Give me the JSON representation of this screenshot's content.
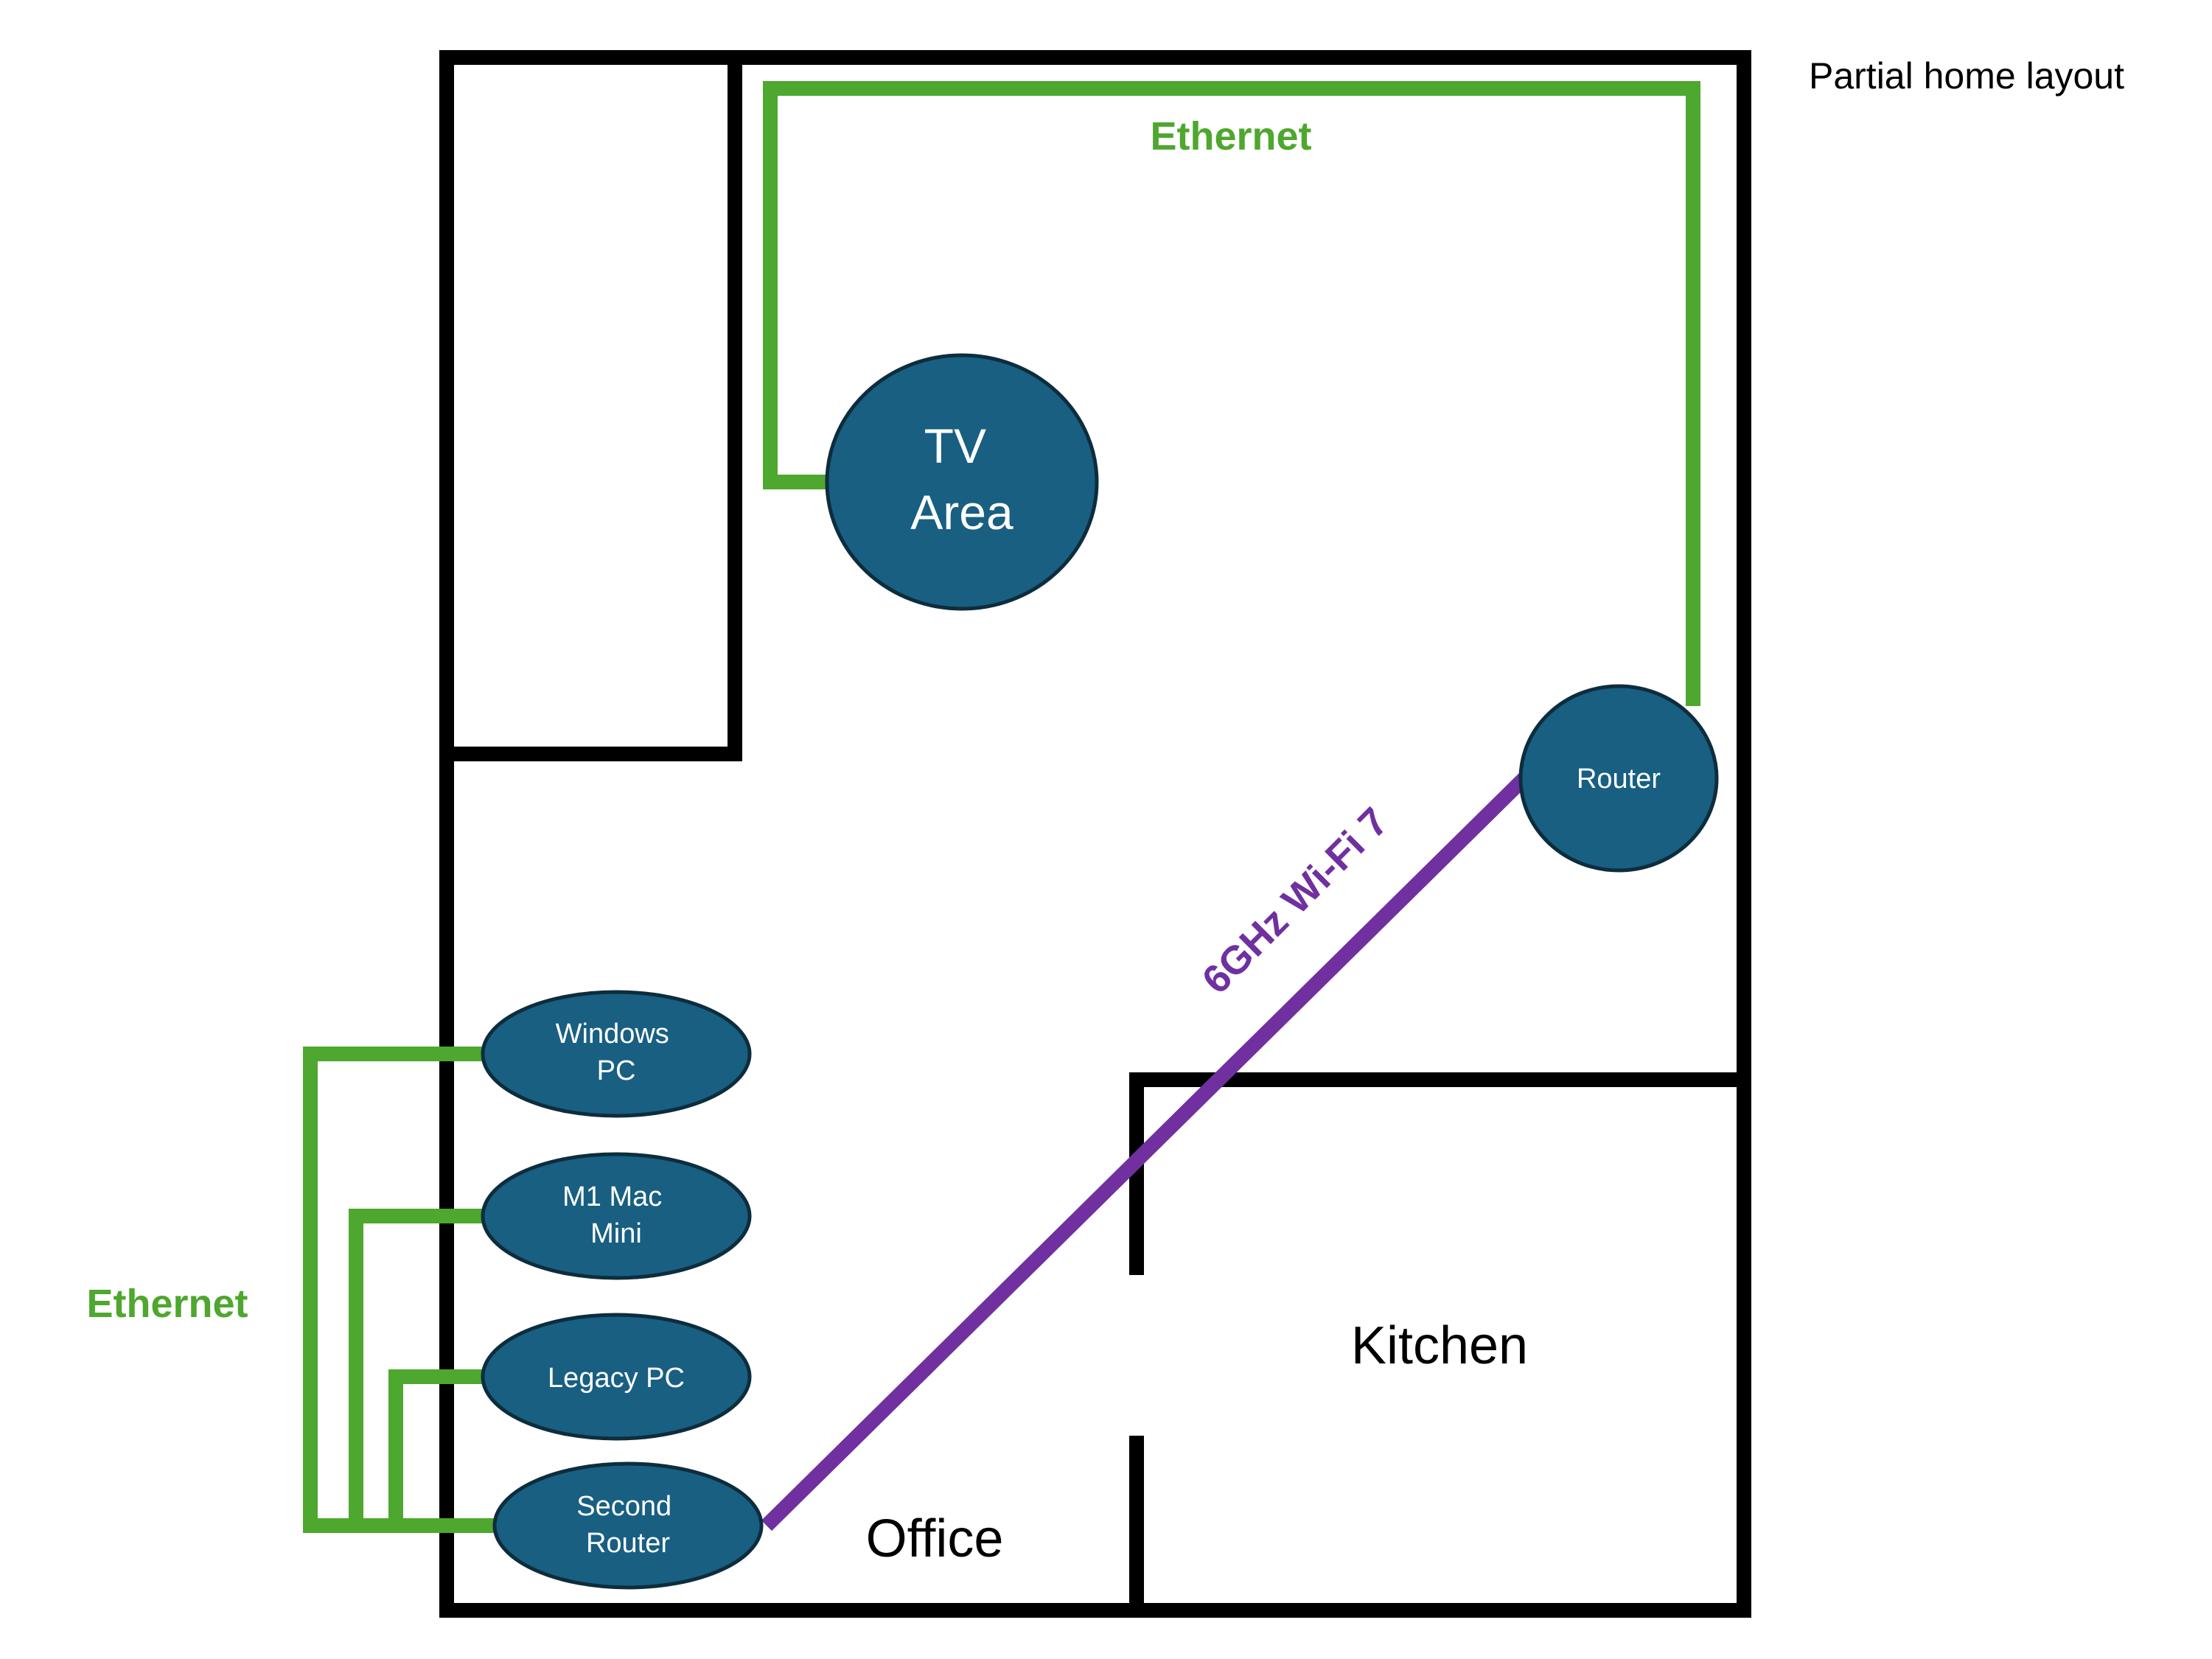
{
  "title": "Partial home layout",
  "colors": {
    "ethernet": "#4ea72e",
    "wifi": "#7030a0",
    "node_fill": "#185f82",
    "node_stroke": "#0d2d3d",
    "wall": "#000000"
  },
  "links": {
    "ethernet_top_label": "Ethernet",
    "ethernet_left_label": "Ethernet",
    "wifi_label": "6GHz Wi-Fi 7"
  },
  "nodes": {
    "tv_area": [
      "TV",
      "Area"
    ],
    "router": [
      "Router"
    ],
    "windows_pc": [
      "Windows",
      "PC"
    ],
    "mac_mini": [
      "M1 Mac",
      "Mini"
    ],
    "legacy_pc": [
      "Legacy PC"
    ],
    "second_router": [
      "Second",
      "Router"
    ]
  },
  "rooms": {
    "kitchen": "Kitchen",
    "office": "Office"
  }
}
